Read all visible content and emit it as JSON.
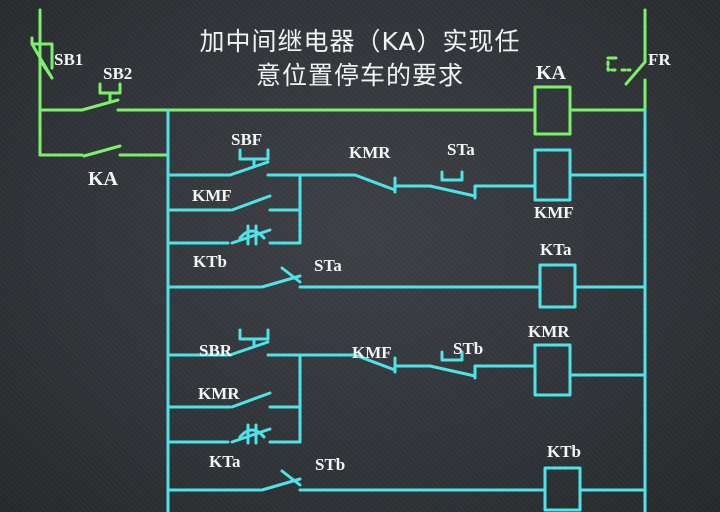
{
  "title": {
    "line1": "加中间继电器（KA）实现任",
    "line2": "意位置停车的要求"
  },
  "labels": {
    "sb1": "SB1",
    "sb2": "SB2",
    "ka_contact": "KA",
    "ka_coil": "KA",
    "fr": "FR",
    "sbf": "SBF",
    "kmr_nc_1": "KMR",
    "sta_nc_1": "STa",
    "kmf_coil": "KMF",
    "kmf_hold": "KMF",
    "ktb_contact": "KTb",
    "sta_no": "STa",
    "kta_coil": "KTa",
    "sbr": "SBR",
    "kmf_nc": "KMF",
    "stb_nc": "STb",
    "kmr_coil": "KMR",
    "kmr_hold": "KMR",
    "kta_contact": "KTa",
    "stb_no": "STb",
    "ktb_coil": "KTb"
  },
  "colors": {
    "background": "#2f3236",
    "green_wire": "#7cf06a",
    "cyan_wire": "#4fe3e8",
    "text": "#f4f4f4"
  }
}
